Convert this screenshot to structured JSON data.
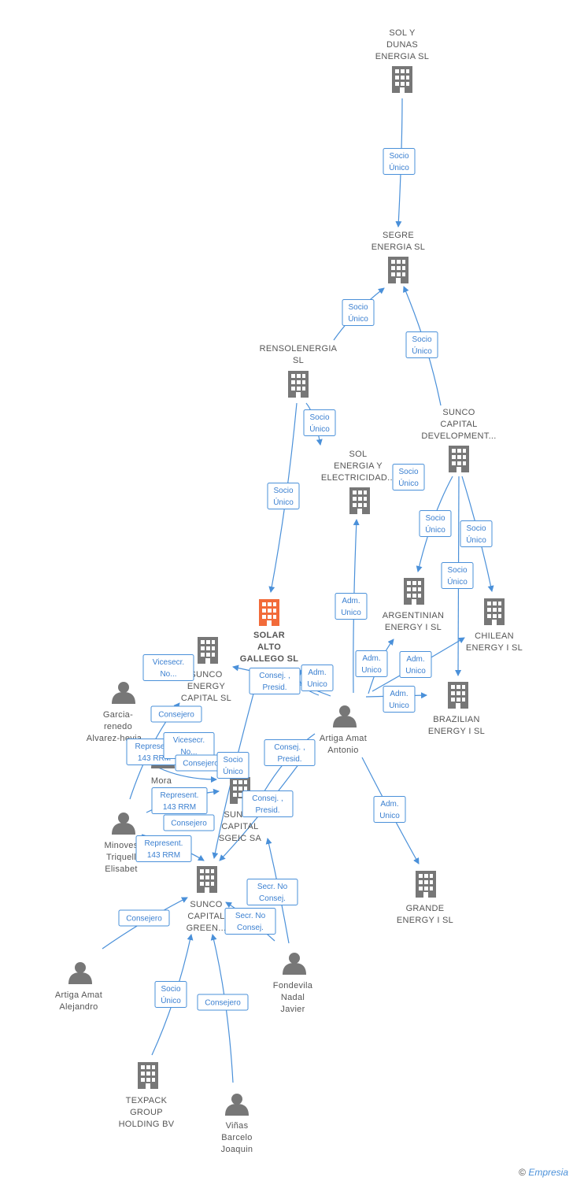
{
  "colors": {
    "edge": "#4a90d9",
    "building": "#777777",
    "building_focus": "#f26b3a",
    "person": "#777777"
  },
  "nodes": [
    {
      "id": "sol_dunas",
      "type": "company",
      "lines": [
        "SOL Y",
        "DUNAS",
        "ENERGIA  SL"
      ]
    },
    {
      "id": "segre",
      "type": "company",
      "lines": [
        "SEGRE",
        "ENERGIA  SL"
      ]
    },
    {
      "id": "rensol",
      "type": "company",
      "lines": [
        "RENSOLENERGIA",
        "SL"
      ]
    },
    {
      "id": "sunco_dev",
      "type": "company",
      "lines": [
        "SUNCO",
        "CAPITAL",
        "DEVELOPMENT..."
      ]
    },
    {
      "id": "sol_elec",
      "type": "company",
      "lines": [
        "SOL",
        "ENERGIA Y",
        "ELECTRICIDAD..."
      ]
    },
    {
      "id": "solar_alto",
      "type": "company",
      "focus": true,
      "lines": [
        "SOLAR",
        "ALTO",
        "GALLEGO  SL"
      ]
    },
    {
      "id": "argentinian",
      "type": "company",
      "lines": [
        "ARGENTINIAN",
        "ENERGY I  SL"
      ]
    },
    {
      "id": "chilean",
      "type": "company",
      "lines": [
        "CHILEAN",
        "ENERGY I  SL"
      ]
    },
    {
      "id": "sunco_energy",
      "type": "company",
      "lines": [
        "SUNCO",
        "ENERGY",
        "CAPITAL  SL"
      ]
    },
    {
      "id": "brazilian",
      "type": "company",
      "lines": [
        "BRAZILIAN",
        "ENERGY I  SL"
      ]
    },
    {
      "id": "garcia",
      "type": "person",
      "lines": [
        "Garcia-",
        "renedo",
        "Alvarez-hevia..."
      ]
    },
    {
      "id": "artiga_antonio",
      "type": "person",
      "lines": [
        "Artiga Amat",
        "Antonio"
      ]
    },
    {
      "id": "mora",
      "type": "person",
      "lines": [
        "Mora",
        "Est..."
      ]
    },
    {
      "id": "sunco_sgeic",
      "type": "company",
      "lines": [
        "SUNCO",
        "CAPITAL",
        "SGEIC SA"
      ]
    },
    {
      "id": "minoves",
      "type": "person",
      "lines": [
        "Minoves",
        "Triquell",
        "Elisabet"
      ]
    },
    {
      "id": "grande",
      "type": "company",
      "lines": [
        "GRANDE",
        "ENERGY I  SL"
      ]
    },
    {
      "id": "sunco_green",
      "type": "company",
      "lines": [
        "SUNCO",
        "CAPITAL",
        "GREEN..."
      ]
    },
    {
      "id": "fondevila",
      "type": "person",
      "lines": [
        "Fondevila",
        "Nadal",
        "Javier"
      ]
    },
    {
      "id": "artiga_alejandro",
      "type": "person",
      "lines": [
        "Artiga Amat",
        "Alejandro"
      ]
    },
    {
      "id": "texpack",
      "type": "company",
      "lines": [
        "TEXPACK",
        "GROUP",
        "HOLDING BV"
      ]
    },
    {
      "id": "vinas",
      "type": "person",
      "lines": [
        "Viñas",
        "Barcelo",
        "Joaquin"
      ]
    }
  ],
  "relations": [
    {
      "id": "r1",
      "lines": [
        "Socio",
        "Único"
      ]
    },
    {
      "id": "r2",
      "lines": [
        "Socio",
        "Único"
      ]
    },
    {
      "id": "r3",
      "lines": [
        "Socio",
        "Único"
      ]
    },
    {
      "id": "r4",
      "lines": [
        "Socio",
        "Único"
      ]
    },
    {
      "id": "r5",
      "lines": [
        "Socio",
        "Único"
      ]
    },
    {
      "id": "r6",
      "lines": [
        "Socio",
        "Único"
      ]
    },
    {
      "id": "r7",
      "lines": [
        "Socio",
        "Único"
      ]
    },
    {
      "id": "r8",
      "lines": [
        "Socio",
        "Único"
      ]
    },
    {
      "id": "r9",
      "lines": [
        "Socio",
        "Único"
      ]
    },
    {
      "id": "r10",
      "lines": [
        "Adm.",
        "Unico"
      ]
    },
    {
      "id": "r11",
      "lines": [
        "Adm.",
        "Unico"
      ]
    },
    {
      "id": "r12",
      "lines": [
        "Adm.",
        "Unico"
      ]
    },
    {
      "id": "r13",
      "lines": [
        "Adm.",
        "Unico"
      ]
    },
    {
      "id": "r14",
      "lines": [
        "Adm.",
        "Unico"
      ]
    },
    {
      "id": "r15",
      "lines": [
        "Consej. ,",
        "Presid."
      ]
    },
    {
      "id": "r16",
      "lines": [
        "Vicesecr.",
        "No..."
      ]
    },
    {
      "id": "r17",
      "lines": [
        "Consejero"
      ]
    },
    {
      "id": "r18",
      "lines": [
        "Represent.",
        "143 RRM"
      ]
    },
    {
      "id": "r19",
      "lines": [
        "Vicesecr.",
        "No..."
      ]
    },
    {
      "id": "r20",
      "lines": [
        "Consejero"
      ]
    },
    {
      "id": "r21",
      "lines": [
        "Socio",
        "Único"
      ]
    },
    {
      "id": "r22",
      "lines": [
        "Consej. ,",
        "Presid."
      ]
    },
    {
      "id": "r23",
      "lines": [
        "Represent.",
        "143 RRM"
      ]
    },
    {
      "id": "r24",
      "lines": [
        "Consej. ,",
        "Presid."
      ]
    },
    {
      "id": "r25",
      "lines": [
        "Consejero"
      ]
    },
    {
      "id": "r26",
      "lines": [
        "Adm.",
        "Unico"
      ]
    },
    {
      "id": "r27",
      "lines": [
        "Represent.",
        "143 RRM"
      ]
    },
    {
      "id": "r28",
      "lines": [
        "Secr.  No",
        "Consej."
      ]
    },
    {
      "id": "r29",
      "lines": [
        "Secr.  No",
        "Consej."
      ]
    },
    {
      "id": "r30",
      "lines": [
        "Consejero"
      ]
    },
    {
      "id": "r31",
      "lines": [
        "Socio",
        "Único"
      ]
    },
    {
      "id": "r32",
      "lines": [
        "Consejero"
      ]
    }
  ],
  "footer": {
    "copyright": "©",
    "brand": "Empresia"
  }
}
